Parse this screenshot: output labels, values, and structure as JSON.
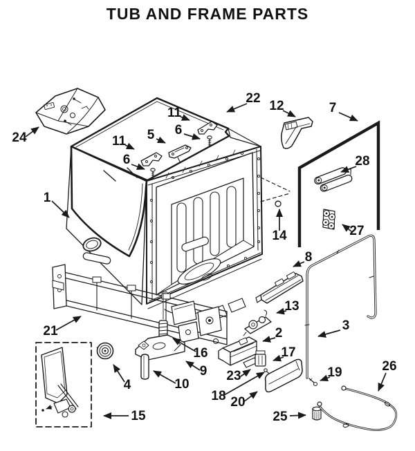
{
  "title": "TUB AND FRAME PARTS",
  "colors": {
    "background": "#ffffff",
    "line_art": "#1a1a1a",
    "text": "#111111"
  },
  "callouts": {
    "c1": "1",
    "c2": "2",
    "c3": "3",
    "c4": "4",
    "c5": "5",
    "c6a": "6",
    "c6b": "6",
    "c7": "7",
    "c8": "8",
    "c9": "9",
    "c10": "10",
    "c11a": "11",
    "c11b": "11",
    "c12": "12",
    "c13": "13",
    "c14": "14",
    "c15": "15",
    "c16": "16",
    "c17": "17",
    "c18": "18",
    "c19": "19",
    "c20": "20",
    "c21": "21",
    "c22": "22",
    "c23": "23",
    "c24": "24",
    "c25": "25",
    "c26": "26",
    "c27": "27",
    "c28": "28"
  }
}
